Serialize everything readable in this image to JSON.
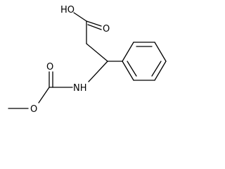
{
  "molecule": {
    "atom_labels": {
      "hydroxyl": "HO",
      "carbonyl_oxygen_acid": "O",
      "amine": "NH",
      "carbonyl_oxygen_carbamate": "O",
      "ester_oxygen": "O"
    },
    "bond_color": "#000000",
    "background_color": "#ffffff"
  }
}
